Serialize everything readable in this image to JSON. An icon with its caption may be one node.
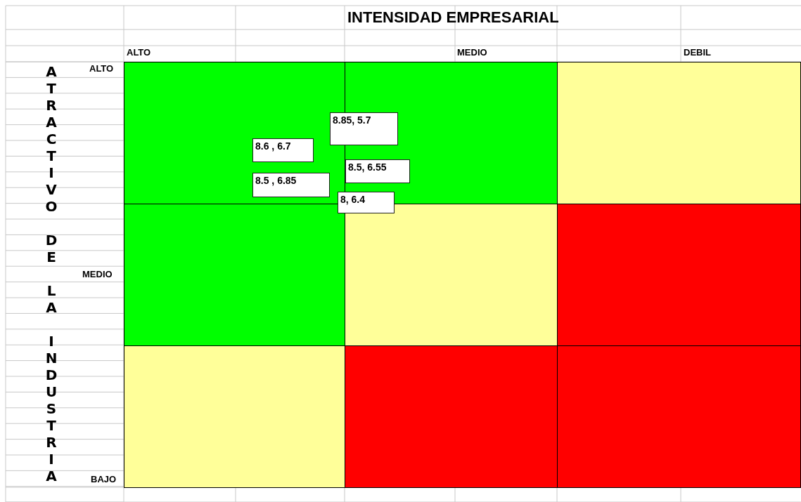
{
  "diagram": {
    "title": "INTENSIDAD EMPRESARIAL",
    "nodes": [
      {
        "text": [],
        "shape": "box"
      },
      {
        "text": [],
        "shape": "box"
      },
      {
        "text": [],
        "shape": "box"
      },
      {
        "text": [],
        "shape": "box"
      },
      {
        "text": [],
        "shape": "box"
      },
      {
        "text": [],
        "shape": "box"
      },
      {
        "text": [],
        "shape": "box"
      },
      {
        "text": [],
        "shape": "box"
      },
      {
        "text": [],
        "shape": "box"
      },
      {
        "text": [
          "8.85, 5.7"
        ]
      },
      {
        "text": [
          "8.6 , 6.7"
        ],
        "in": 0
      },
      {
        "text": [
          "8.5, 6.55"
        ],
        "in": 1
      },
      {
        "text": [
          "8.5 , 6.85"
        ],
        "in": 0
      },
      {
        "text": [
          "8, 6.4"
        ]
      }
    ],
    "edges": [],
    "labels": [
      "ALTO",
      "MEDIO",
      "DEBIL",
      "ATRACTIVO DE LA INDUSTRIA",
      "ALTO",
      "MEDIO",
      "BAJO"
    ]
  }
}
